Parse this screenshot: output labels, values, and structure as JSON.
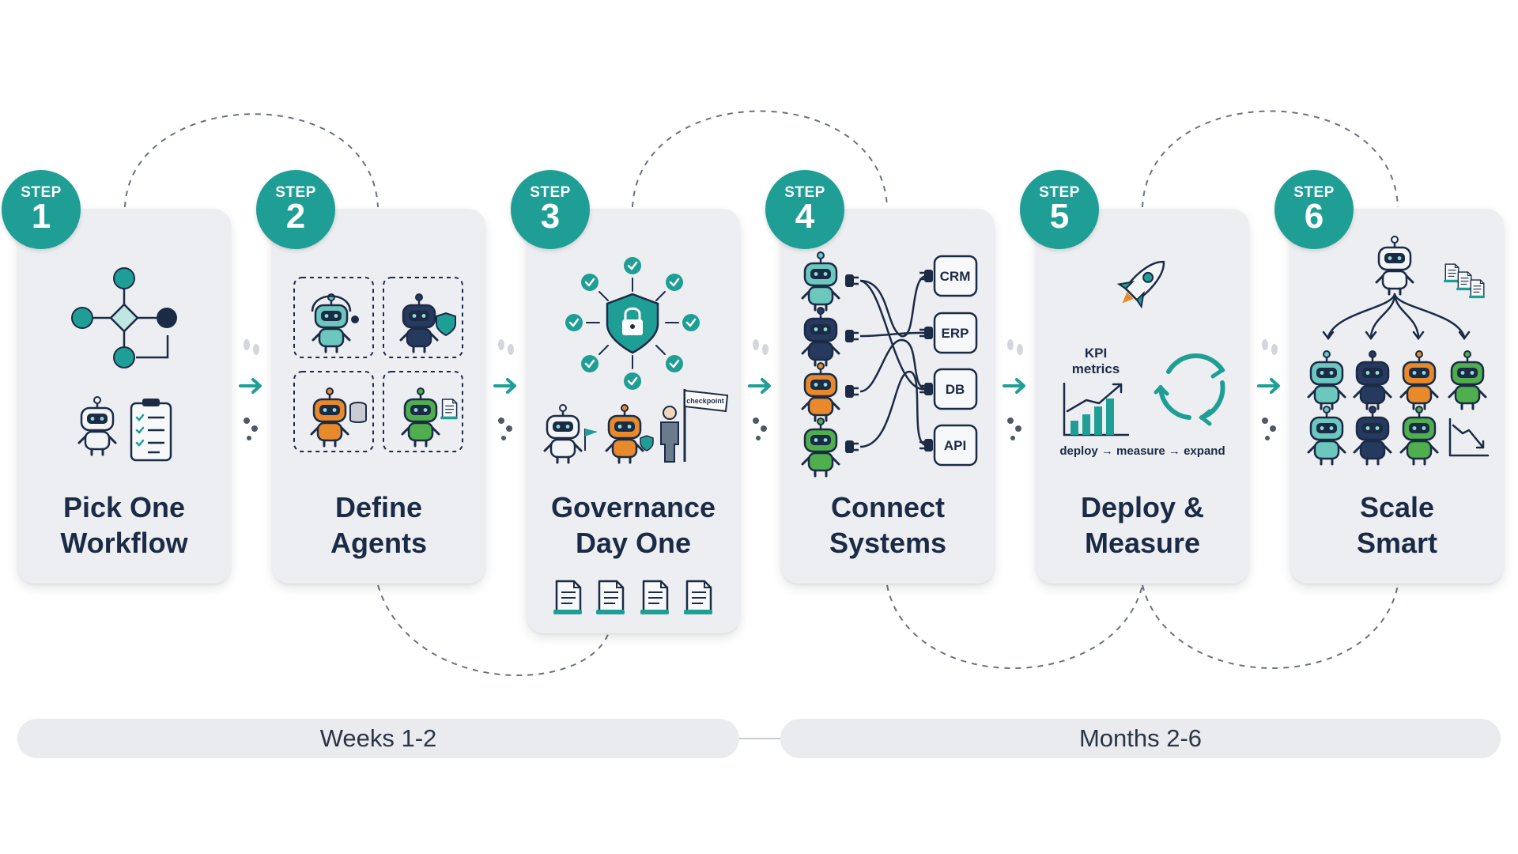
{
  "step_label": "STEP",
  "steps": [
    {
      "number": "1",
      "title_line1": "Pick One",
      "title_line2": "Workflow"
    },
    {
      "number": "2",
      "title_line1": "Define",
      "title_line2": "Agents"
    },
    {
      "number": "3",
      "title_line1": "Governance",
      "title_line2": "Day One"
    },
    {
      "number": "4",
      "title_line1": "Connect",
      "title_line2": "Systems"
    },
    {
      "number": "5",
      "title_line1": "Deploy &",
      "title_line2": "Measure"
    },
    {
      "number": "6",
      "title_line1": "Scale",
      "title_line2": "Smart"
    }
  ],
  "card3_icons": {
    "flag_label": "checkpoint"
  },
  "card4_systems": [
    "CRM",
    "ERP",
    "DB",
    "API"
  ],
  "card5_labels": {
    "kpi_line1": "KPI",
    "kpi_line2": "metrics",
    "cycle": "deploy → measure → expand"
  },
  "phases": [
    {
      "label": "Weeks 1-2"
    },
    {
      "label": "Months 2-6"
    }
  ],
  "colors": {
    "teal": "#1f9e96",
    "navy": "#1c2b45",
    "orange": "#e8892b",
    "green": "#4fae4e",
    "card": "#eceef2"
  }
}
